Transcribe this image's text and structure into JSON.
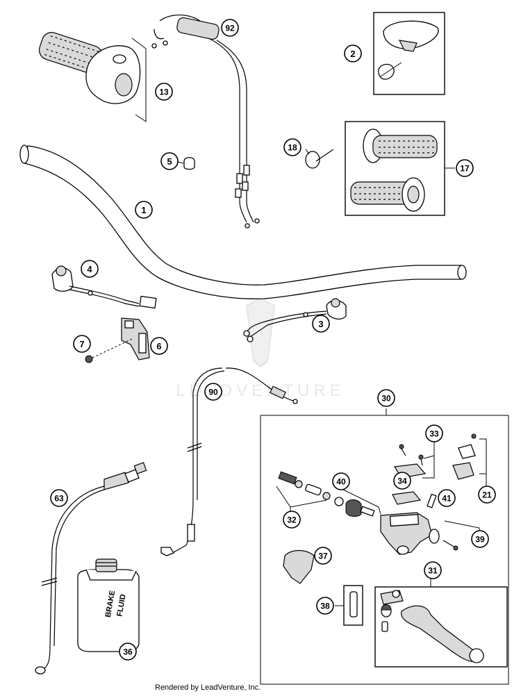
{
  "diagram": {
    "watermark": "LEADVENTURE",
    "credit": "Rendered by LeadVenture, Inc.",
    "fluid_label_line1": "BRAKE",
    "fluid_label_line2": "FLUID",
    "callouts": [
      {
        "number": "92",
        "part": "throttle-cables"
      },
      {
        "number": "13",
        "part": "throttle-grip-housing"
      },
      {
        "number": "2",
        "part": "handlebar-pad"
      },
      {
        "number": "18",
        "part": "cable-tie"
      },
      {
        "number": "17",
        "part": "grip-set"
      },
      {
        "number": "5",
        "part": "clamp"
      },
      {
        "number": "1",
        "part": "handlebar"
      },
      {
        "number": "4",
        "part": "switch-left"
      },
      {
        "number": "3",
        "part": "switch-right"
      },
      {
        "number": "7",
        "part": "screw"
      },
      {
        "number": "6",
        "part": "cable-guide"
      },
      {
        "number": "90",
        "part": "clutch-cable"
      },
      {
        "number": "30",
        "part": "brake-master-cylinder-assembly"
      },
      {
        "number": "33",
        "part": "cover-screws"
      },
      {
        "number": "21",
        "part": "clamp-screws"
      },
      {
        "number": "40",
        "part": "piston-kit"
      },
      {
        "number": "34",
        "part": "gasket"
      },
      {
        "number": "41",
        "part": "pin"
      },
      {
        "number": "32",
        "part": "adjuster-kit"
      },
      {
        "number": "39",
        "part": "lever-pivot-screw"
      },
      {
        "number": "63",
        "part": "hot-start-cable"
      },
      {
        "number": "37",
        "part": "lever-guard"
      },
      {
        "number": "31",
        "part": "brake-lever"
      },
      {
        "number": "38",
        "part": "bushing"
      },
      {
        "number": "36",
        "part": "brake-fluid"
      }
    ]
  }
}
